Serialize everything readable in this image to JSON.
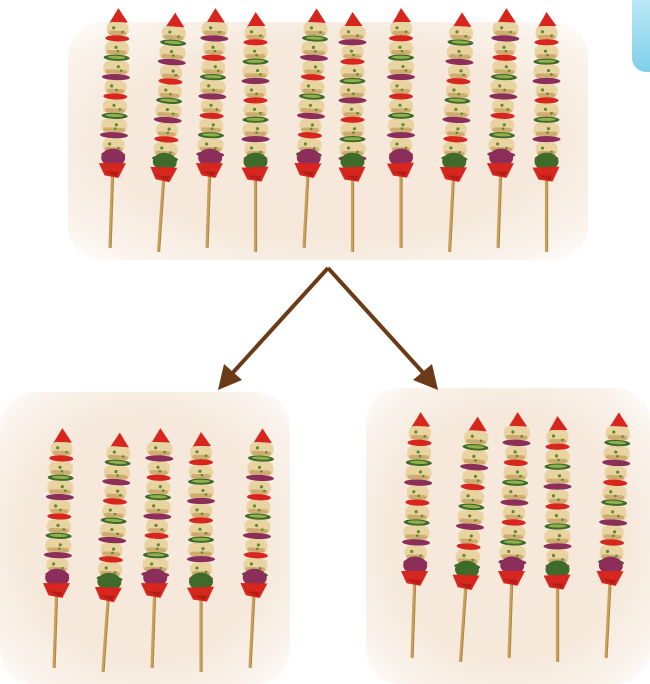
{
  "figure": {
    "description_free": true,
    "colors": {
      "tray": "#f6e9dc",
      "tray_edge": "#efdccb",
      "arrow": "#6b3b17",
      "stick": "#c9a15a",
      "stick_shadow": "#9c7636",
      "chicken": "#e9d3a0",
      "chicken_dark": "#b88a45",
      "herb": "#5f8a2a",
      "pepper_red": "#d7261e",
      "pepper_dark": "#8e1410",
      "zucchini": "#3f6b2a",
      "zucchini_light": "#8fb04a",
      "onion": "#8b2f5a",
      "tab_blue": "#7fd0ea"
    },
    "groups": [
      {
        "id": "whole",
        "skewer_count": 10
      },
      {
        "id": "left-half",
        "skewer_count": 5
      },
      {
        "id": "right-half",
        "skewer_count": 5
      }
    ],
    "icons": {
      "arrow_left": "arrow-down-left-icon",
      "arrow_right": "arrow-down-right-icon",
      "skewer": "kebab-skewer-icon"
    }
  }
}
